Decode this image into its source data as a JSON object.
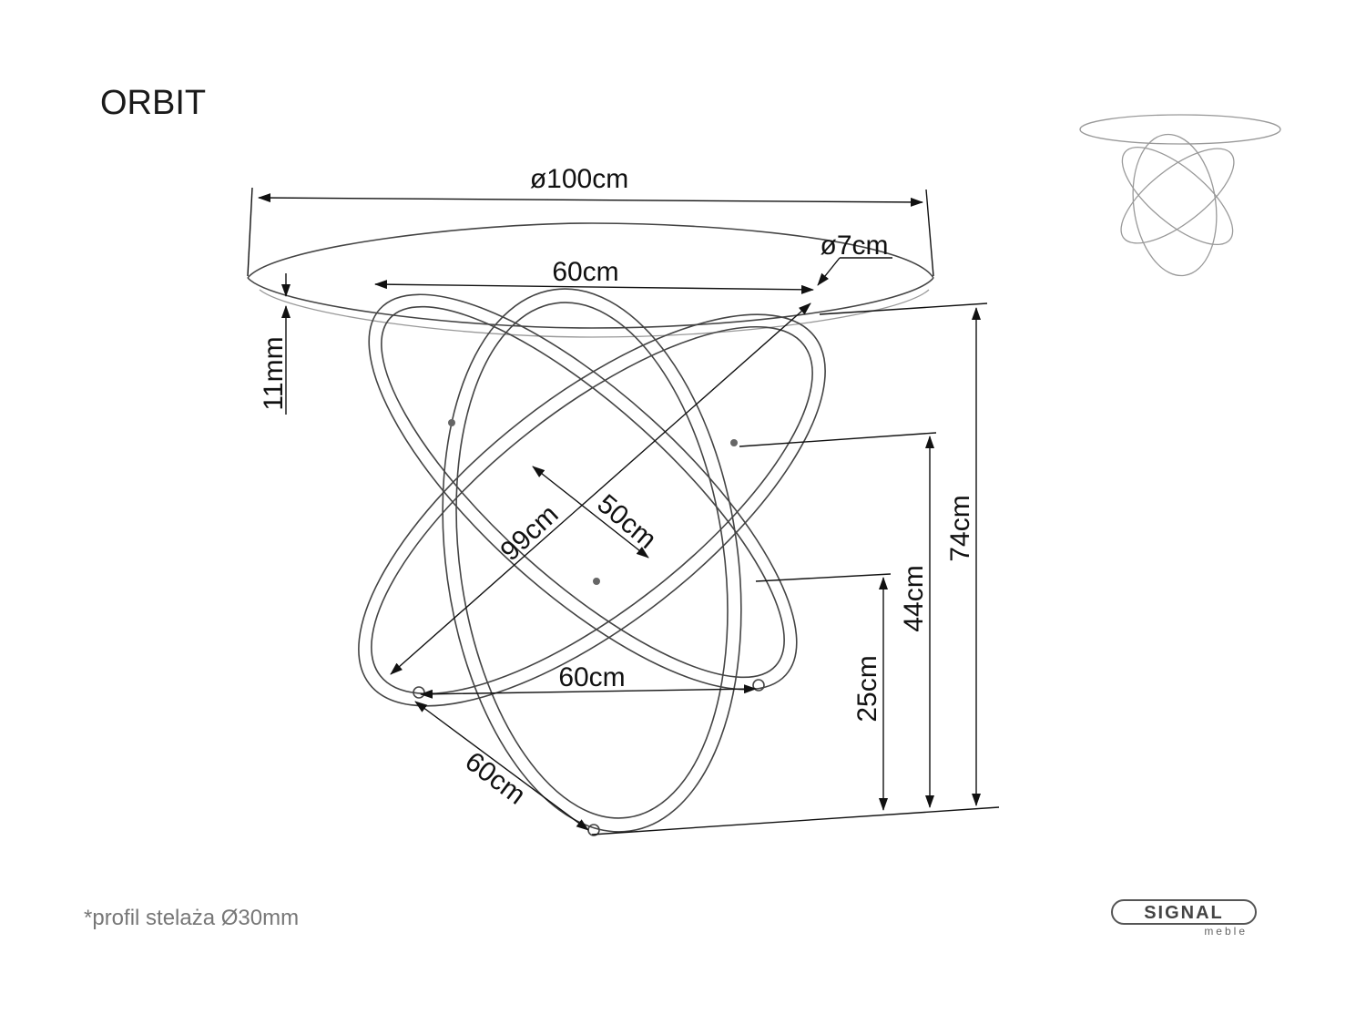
{
  "title": "ORBIT",
  "footnote": "*profil stelaża Ø30mm",
  "dimensions": {
    "top_diameter": "ø100cm",
    "leg_diameter": "ø7cm",
    "inner_top_width": "60cm",
    "glass_thickness": "11mm",
    "ring_diagonal": "99cm",
    "ring_inner": "50cm",
    "base_width": "60cm",
    "base_depth": "60cm",
    "height_total": "74cm",
    "height_upper_joint": "44cm",
    "height_lower_joint": "25cm"
  },
  "logo": {
    "brand": "SIGNAL",
    "sub": "meble"
  }
}
